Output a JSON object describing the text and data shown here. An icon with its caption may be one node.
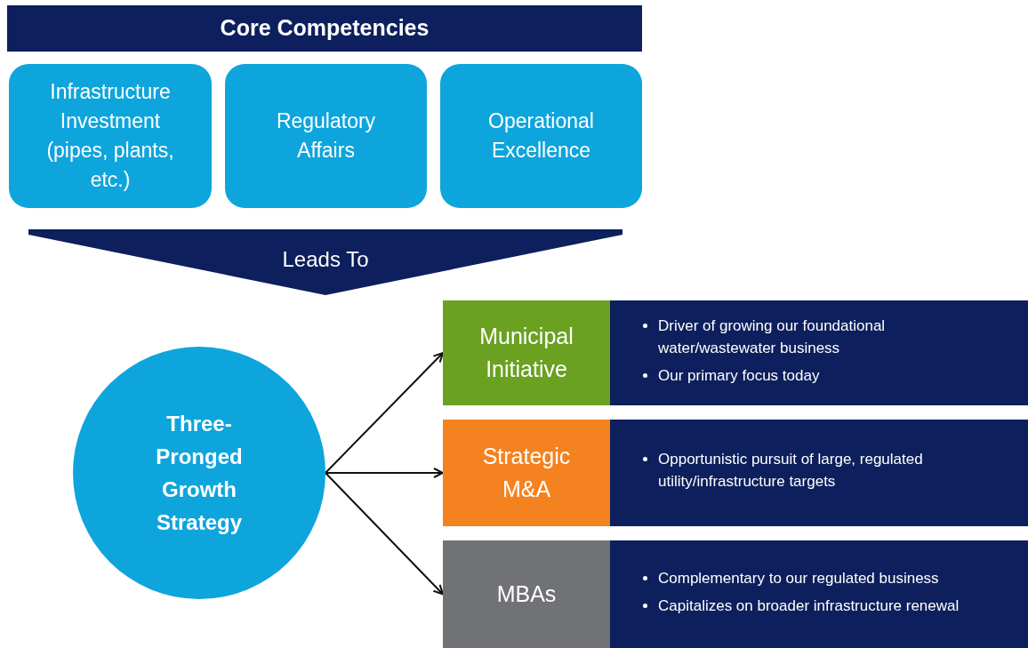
{
  "diagram": {
    "nodes": [
      {
        "text": [
          "Core Competencies"
        ]
      },
      {
        "text": [
          "Infrastructure Investment (pipes, plants, etc.)"
        ]
      },
      {
        "text": [
          "Regulatory Affairs"
        ]
      },
      {
        "text": [
          "Operational Excellence"
        ]
      },
      {
        "text": [
          "Leads To"
        ]
      },
      {
        "text": [
          "Three-Pronged Growth Strategy"
        ]
      },
      {
        "text": [
          "Municipal Initiative"
        ]
      },
      {
        "text": [
          "Driver of growing our foundational water/wastewater business",
          "Our primary focus today"
        ]
      },
      {
        "text": [
          "Strategic M&A"
        ]
      },
      {
        "text": [
          "Opportunistic pursuit of large, regulated utility/infrastructure targets"
        ]
      },
      {
        "text": [
          "MBAs"
        ]
      },
      {
        "text": [
          "Complementary to our regulated business",
          "Capitalizes on broader infrastructure renewal"
        ]
      }
    ],
    "edges": [
      {
        "from": 5,
        "to": 6,
        "arrow": "to"
      },
      {
        "from": 5,
        "to": 8,
        "arrow": "to"
      },
      {
        "from": 5,
        "to": 10,
        "arrow": "to"
      }
    ]
  }
}
